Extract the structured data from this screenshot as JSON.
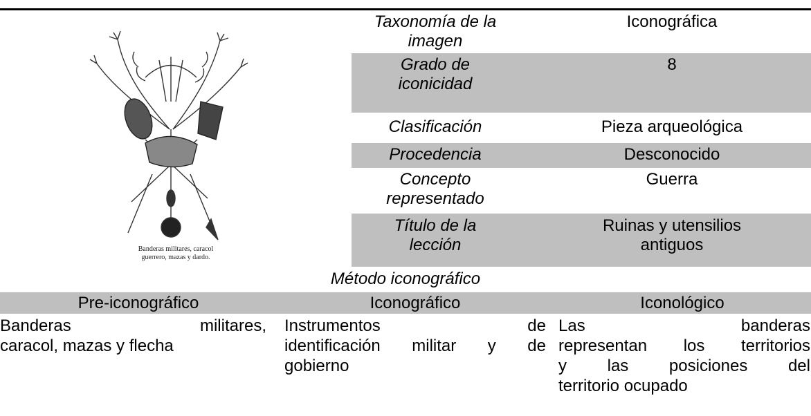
{
  "image": {
    "caption_line1": "Banderas militares, caracol",
    "caption_line2": "guerrero, mazas y dardo."
  },
  "metadata": [
    {
      "label_lines": [
        "Taxonomía de la",
        "imagen"
      ],
      "value_lines": [
        "Iconográfica"
      ],
      "shaded": false
    },
    {
      "label_lines": [
        "Grado de",
        "iconicidad"
      ],
      "value_lines": [
        "8"
      ],
      "shaded": true
    },
    {
      "label_lines": [
        "Clasificación"
      ],
      "value_lines": [
        "Pieza arqueológica"
      ],
      "shaded": false
    },
    {
      "label_lines": [
        "Procedencia"
      ],
      "value_lines": [
        "Desconocido"
      ],
      "shaded": true
    },
    {
      "label_lines": [
        "Concepto",
        "representado"
      ],
      "value_lines": [
        "Guerra"
      ],
      "shaded": false
    },
    {
      "label_lines": [
        "Título de la",
        "lección"
      ],
      "value_lines": [
        "Ruinas y utensilios",
        "antiguos"
      ],
      "shaded": true
    }
  ],
  "method": {
    "title": "Método iconográfico",
    "headers": [
      "Pre-iconográfico",
      "Iconográfico",
      "Iconológico"
    ],
    "cells": [
      [
        "Banderas militares,",
        "caracol, mazas y flecha"
      ],
      [
        "Instrumentos de",
        "identificación militar y de",
        "gobierno"
      ],
      [
        "Las banderas",
        "representan los territorios",
        "y las posiciones del",
        "territorio ocupado"
      ]
    ]
  }
}
